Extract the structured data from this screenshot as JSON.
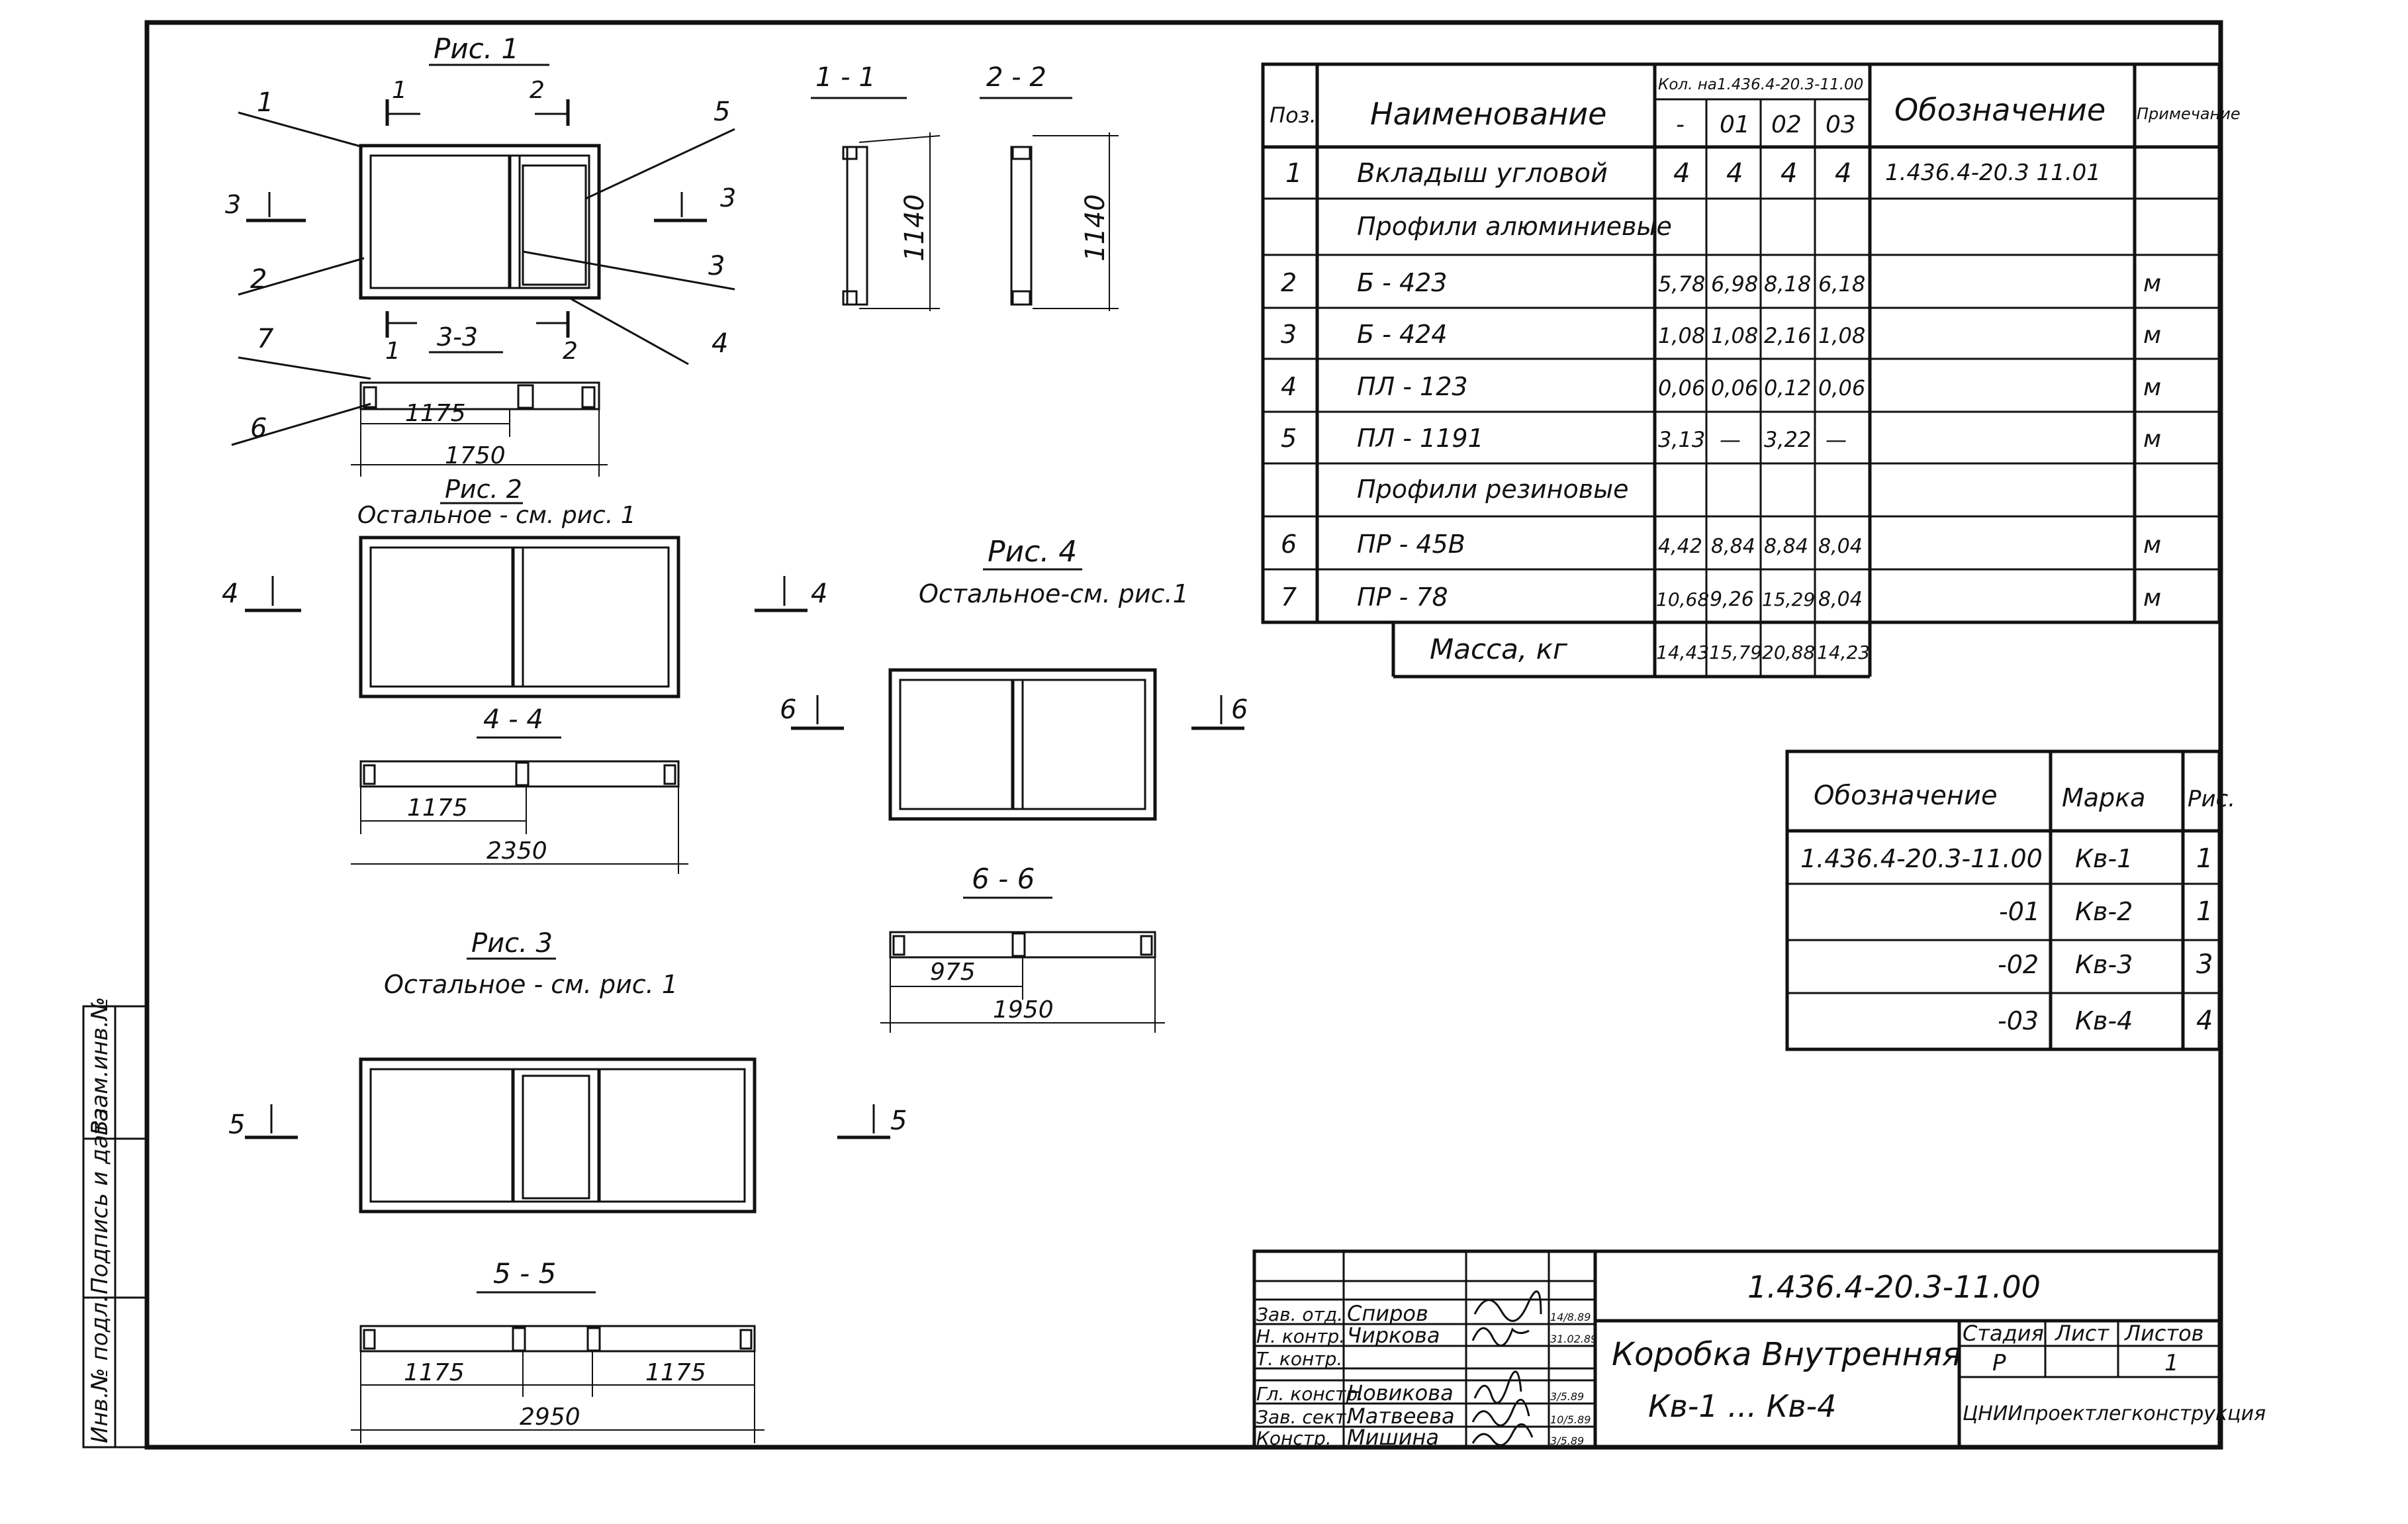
{
  "figures": {
    "fig1": {
      "title": "Рис. 1",
      "callouts": [
        "1",
        "2",
        "3",
        "4",
        "5",
        "6",
        "7"
      ],
      "cut_labels": [
        "1",
        "1",
        "2",
        "2",
        "3",
        "3"
      ],
      "section_3_3": {
        "title": "3-3",
        "dim_inner": "1175",
        "dim_total": "1750"
      }
    },
    "section_1_1": {
      "title": "1 - 1",
      "dim": "1140"
    },
    "section_2_2": {
      "title": "2 - 2",
      "dim": "1140"
    },
    "fig2": {
      "title": "Рис. 2",
      "note": "Остальное - см. рис. 1",
      "cut": "4",
      "section_title": "4 - 4",
      "dim_inner": "1175",
      "dim_total": "2350"
    },
    "fig3": {
      "title": "Рис. 3",
      "note": "Остальное - см. рис. 1",
      "cut": "5",
      "section_title": "5 - 5",
      "dim_left": "1175",
      "dim_right": "1175",
      "dim_total": "2950"
    },
    "fig4": {
      "title": "Рис. 4",
      "note": "Остальное-см. рис.1",
      "cut": "6",
      "section_title": "6 - 6",
      "dim_inner": "975",
      "dim_total": "1950"
    }
  },
  "spec_table": {
    "headers": {
      "pos": "Поз.",
      "name": "Наименование",
      "qty_group": "Кол. на1.436.4-20.3-11.00",
      "qty_cols": [
        "-",
        "01",
        "02",
        "03"
      ],
      "designation": "Обозначение",
      "note": "Примечание"
    },
    "rows": [
      {
        "pos": "1",
        "name": "Вкладыш угловой",
        "q": [
          "4",
          "4",
          "4",
          "4"
        ],
        "des": "1.436.4-20.3 11.01",
        "note": ""
      },
      {
        "pos": "",
        "name": "Профили алюминиевые",
        "q": [
          "",
          "",
          "",
          ""
        ],
        "des": "",
        "note": ""
      },
      {
        "pos": "2",
        "name": "Б - 423",
        "q": [
          "5,78",
          "6,98",
          "8,18",
          "6,18"
        ],
        "des": "",
        "note": "м"
      },
      {
        "pos": "3",
        "name": "Б - 424",
        "q": [
          "1,08",
          "1,08",
          "2,16",
          "1,08"
        ],
        "des": "",
        "note": "м"
      },
      {
        "pos": "4",
        "name": "ПЛ - 123",
        "q": [
          "0,06",
          "0,06",
          "0,12",
          "0,06"
        ],
        "des": "",
        "note": "м"
      },
      {
        "pos": "5",
        "name": "ПЛ - 1191",
        "q": [
          "3,13",
          "—",
          "3,22",
          "—"
        ],
        "des": "",
        "note": "м"
      },
      {
        "pos": "",
        "name": "Профили резиновые",
        "q": [
          "",
          "",
          "",
          ""
        ],
        "des": "",
        "note": ""
      },
      {
        "pos": "6",
        "name": "ПР - 45В",
        "q": [
          "4,42",
          "8,84",
          "8,84",
          "8,04"
        ],
        "des": "",
        "note": "м"
      },
      {
        "pos": "7",
        "name": "ПР - 78",
        "q": [
          "10,68",
          "9,26",
          "15,29",
          "8,04"
        ],
        "des": "",
        "note": "м"
      }
    ],
    "mass": {
      "label": "Масса, кг",
      "q": [
        "14,43",
        "15,79",
        "20,88",
        "14,23"
      ]
    }
  },
  "marks_table": {
    "headers": {
      "designation": "Обозначение",
      "mark": "Марка",
      "fig": "Рис."
    },
    "rows": [
      {
        "des": "1.436.4-20.3-11.00",
        "mark": "Кв-1",
        "fig": "1"
      },
      {
        "des": "-01",
        "mark": "Кв-2",
        "fig": "1"
      },
      {
        "des": "-02",
        "mark": "Кв-3",
        "fig": "3"
      },
      {
        "des": "-03",
        "mark": "Кв-4",
        "fig": "4"
      }
    ]
  },
  "title_block": {
    "doc_code": "1.436.4-20.3-11.00",
    "title_line1": "Коробка Внутренняя",
    "title_line2": "Кв-1 ... Кв-4",
    "stage_label": "Стадия",
    "stage_value": "Р",
    "sheet_label": "Лист",
    "sheets_label": "Листов",
    "sheets_value": "1",
    "org": "ЦНИИпроектлегконструкция",
    "people": [
      {
        "role": "Зав. отд.",
        "name": "Спиров",
        "date": "14/8.89"
      },
      {
        "role": "Н. контр.",
        "name": "Чиркова",
        "date": "31.02.89"
      },
      {
        "role": "Т. контр.",
        "name": "",
        "date": ""
      },
      {
        "role": "Гл. констр.",
        "name": "Новикова",
        "date": "3/5.89"
      },
      {
        "role": "Зав. сект.",
        "name": "Матвеева",
        "date": "10/5.89"
      },
      {
        "role": "Констр.",
        "name": "Мишина",
        "date": "3/5.89"
      }
    ]
  },
  "side_stamp": [
    "Инв.№ подл.",
    "Подпись и дата",
    "Взам.инв.№"
  ]
}
